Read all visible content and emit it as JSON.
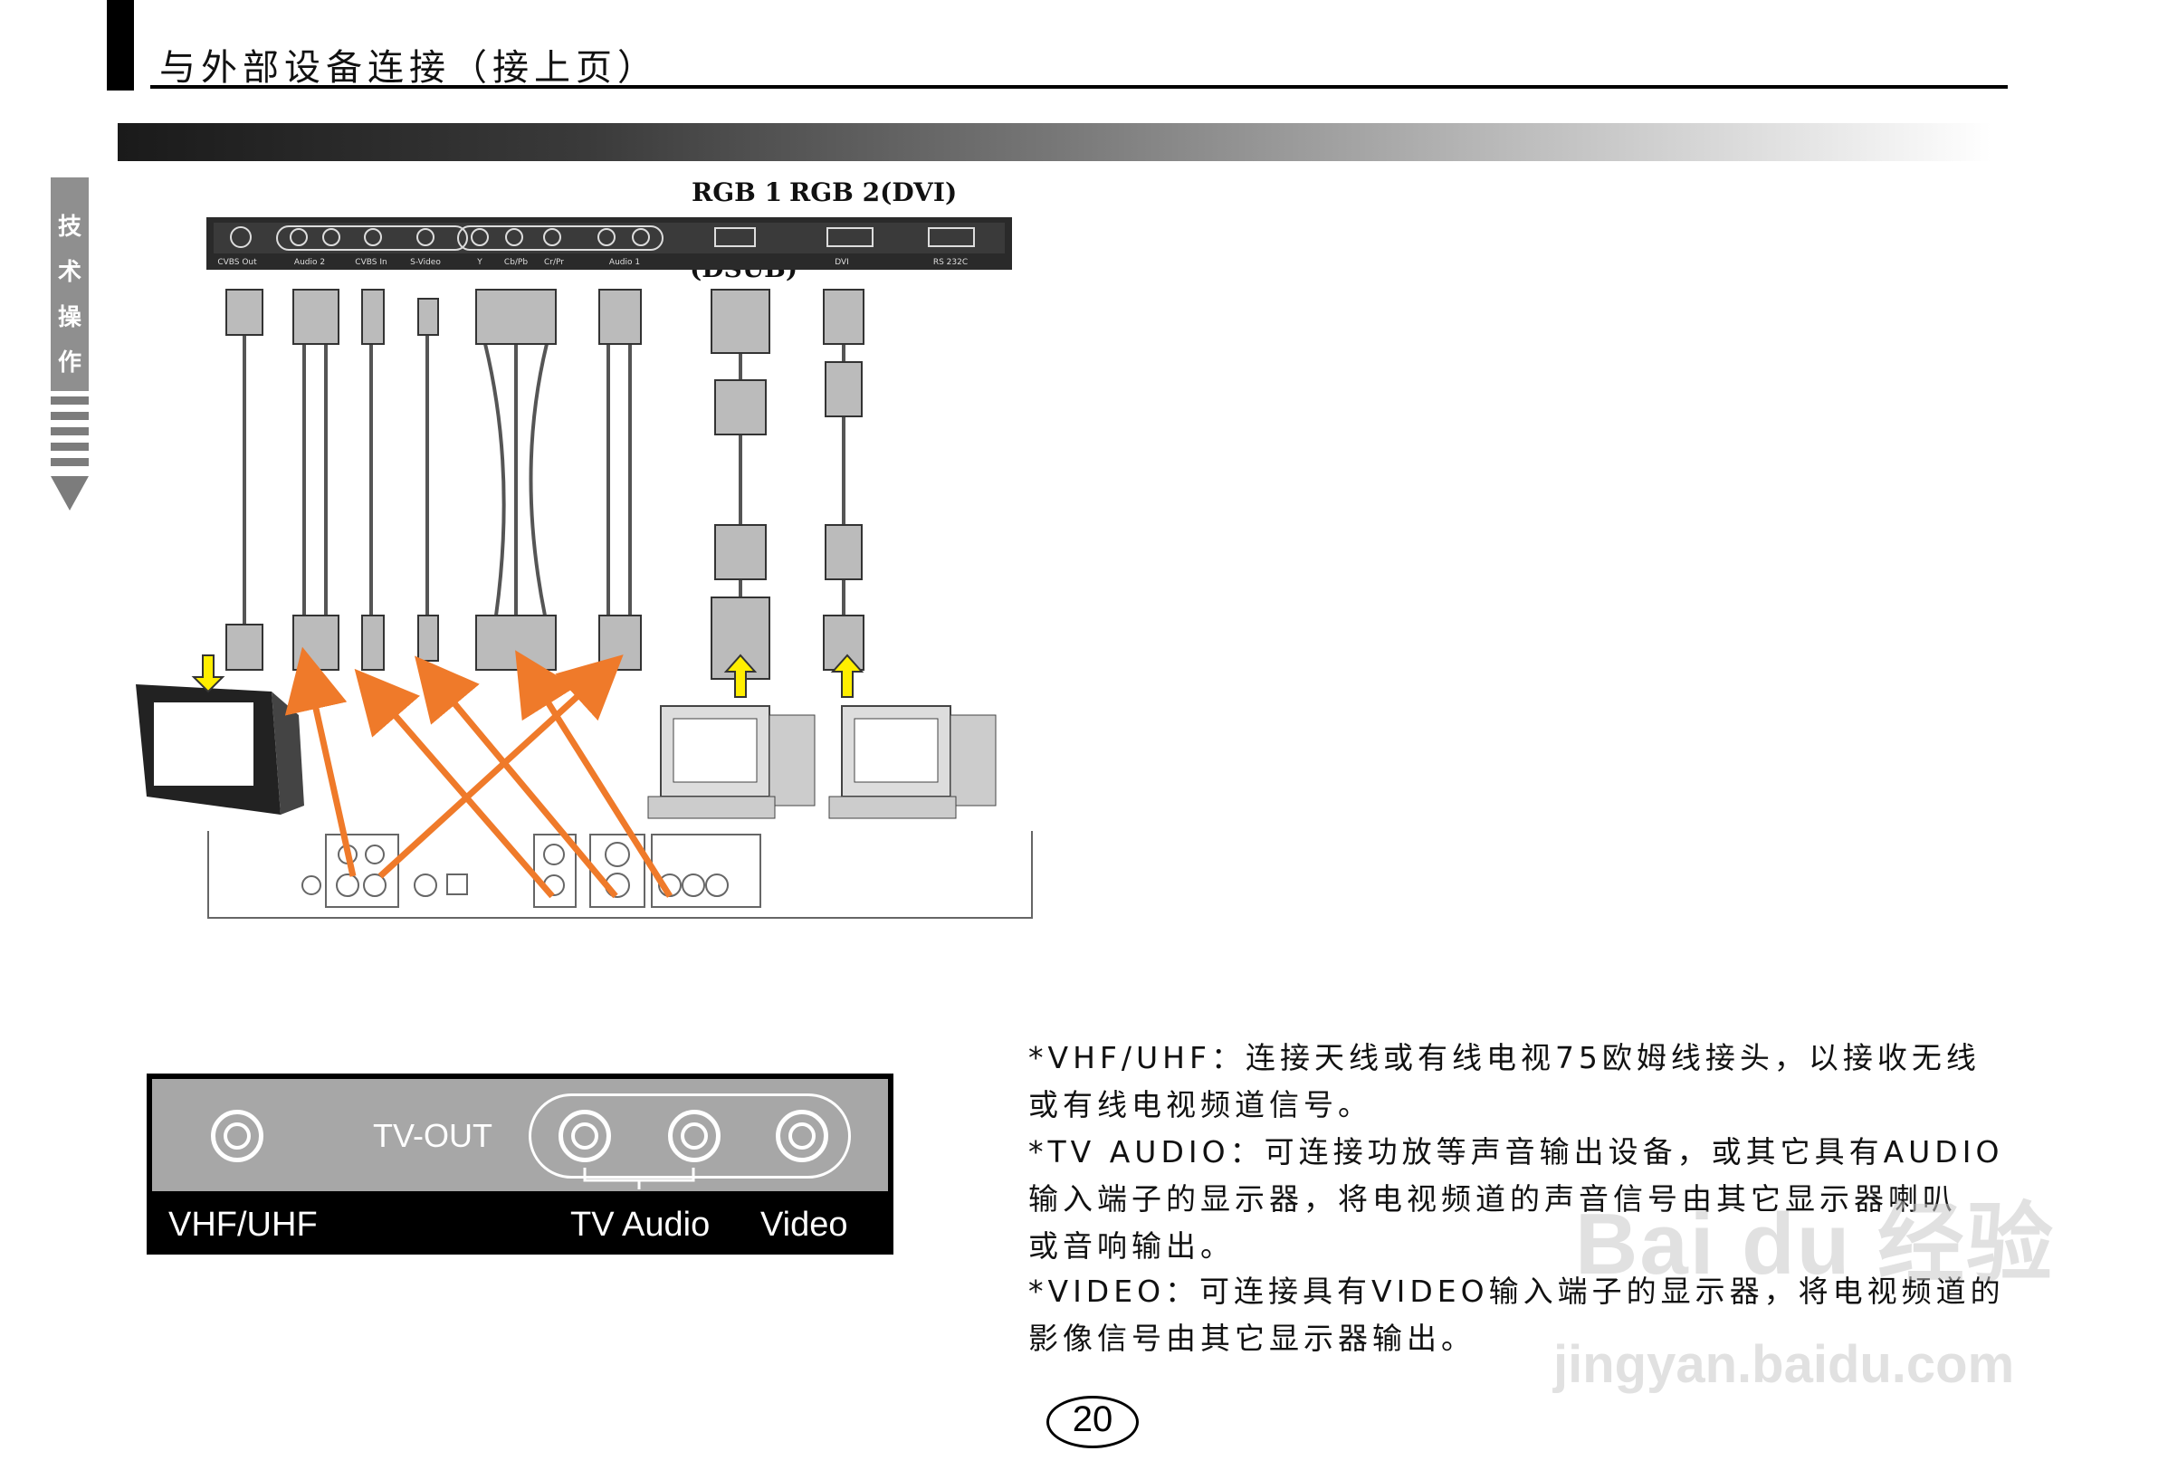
{
  "header": {
    "title": "与外部设备连接（接上页）"
  },
  "side_tab": {
    "chars": [
      "技",
      "术",
      "操",
      "作"
    ]
  },
  "diagram": {
    "rgb1_label": "RGB 1",
    "rgb2_label": "RGB 2(DVI)",
    "dsub_label": "(DSUB)",
    "panel_labels": [
      "CVBS Out",
      "Audio 2",
      "CVBS In",
      "S-Video",
      "Y",
      "Cb/Pb",
      "Cr/Pr",
      "Audio 1",
      "DVI",
      "RS 232C"
    ]
  },
  "tv_panel": {
    "tv_out_label": "TV-OUT",
    "vhf_uhf_label": "VHF/UHF",
    "tv_audio_label": "TV Audio",
    "video_label": "Video"
  },
  "description": {
    "lines": [
      "*VHF/UHF：连接天线或有线电视75欧姆线接头，以接收无线",
      "或有线电视频道信号。",
      "*TV AUDIO：可连接功放等声音输出设备，或其它具有AUDIO",
      "输入端子的显示器，将电视频道的声音信号由其它显示器喇叭",
      "或音响输出。",
      "*VIDEO：可连接具有VIDEO输入端子的显示器，将电视频道的",
      "影像信号由其它显示器输出。"
    ]
  },
  "page": {
    "number": "20"
  },
  "watermark": {
    "line1": "Bai du 经验",
    "line2": "jingyan.baidu.com"
  },
  "colors": {
    "arrow_orange": "#ef7a2a",
    "arrow_yellow": "#ffee00",
    "panel_gray": "#a7a7a7"
  }
}
